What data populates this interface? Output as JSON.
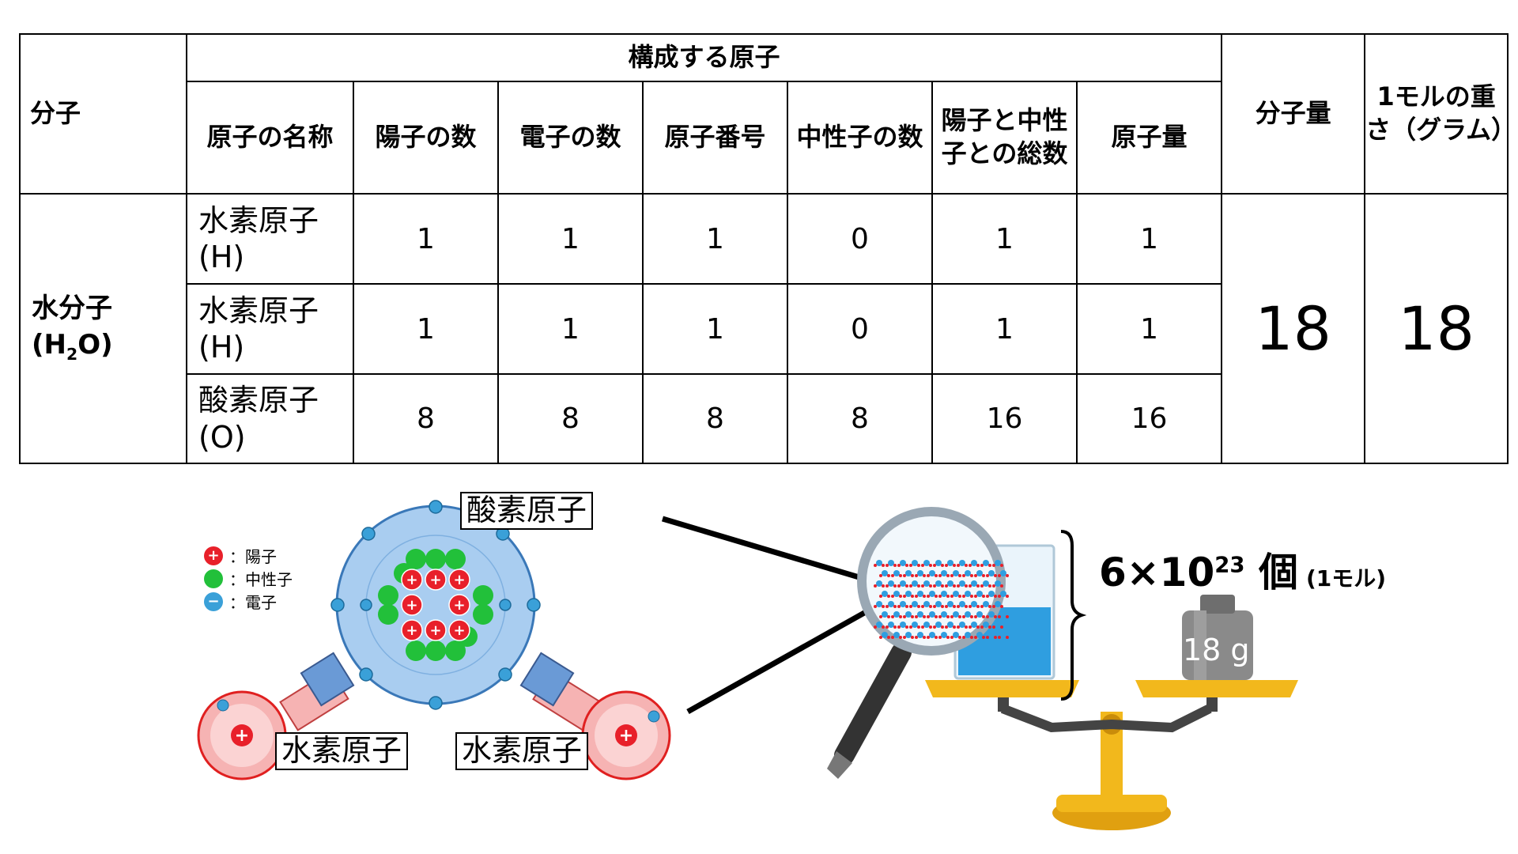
{
  "table": {
    "headers": {
      "molecule": "分子",
      "constituent_atoms": "構成する原子",
      "atom_name": "原子の名称",
      "protons": "陽子の数",
      "electrons": "電子の数",
      "atomic_number": "原子番号",
      "neutrons": "中性子の数",
      "protons_plus_neutrons": "陽子と中性子との総数",
      "atomic_mass": "原子量",
      "molecular_mass": "分子量",
      "mass_per_mole": "1モルの重さ（グラム）"
    },
    "molecule": {
      "name": "水分子",
      "formula_open": "(H",
      "formula_sub": "2",
      "formula_close": "O)"
    },
    "rows": [
      {
        "atom_line1": "水素原子",
        "atom_line2": "(H)",
        "protons": "1",
        "electrons": "1",
        "atomic_number": "1",
        "neutrons": "0",
        "total": "1",
        "atomic_mass": "1"
      },
      {
        "atom_line1": "水素原子",
        "atom_line2": "(H)",
        "protons": "1",
        "electrons": "1",
        "atomic_number": "1",
        "neutrons": "0",
        "total": "1",
        "atomic_mass": "1"
      },
      {
        "atom_line1": "酸素原子",
        "atom_line2": "(O)",
        "protons": "8",
        "electrons": "8",
        "atomic_number": "8",
        "neutrons": "8",
        "total": "16",
        "atomic_mass": "16"
      }
    ],
    "molecular_mass": "18",
    "mass_per_mole": "18"
  },
  "diagram": {
    "legend": {
      "proton": "：陽子",
      "neutron": "：中性子",
      "electron": "：電子"
    },
    "labels": {
      "oxygen": "酸素原子",
      "hydrogen_left": "水素原子",
      "hydrogen_right": "水素原子"
    },
    "count": {
      "mantissa": "6×10",
      "exponent": "23",
      "unit": "個",
      "note": "(1モル)"
    },
    "weight_label": "18 g"
  },
  "colors": {
    "proton": "#e8202a",
    "neutron": "#22c03a",
    "electron": "#3aa0d8",
    "oxygen_fill": "#a9cdf0",
    "hydrogen_fill": "#f6b3b3",
    "scale": "#f2b81c",
    "water": "#2f9ee0"
  }
}
